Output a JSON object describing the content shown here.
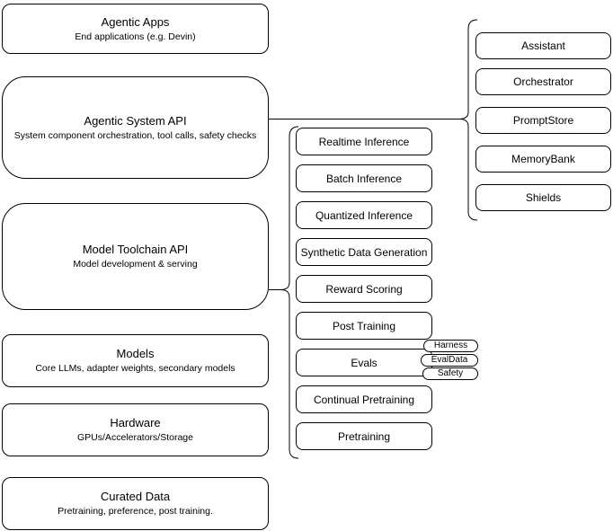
{
  "diagram": {
    "left_stack": [
      {
        "title": "Agentic Apps",
        "subtitle": "End applications (e.g. Devin)"
      },
      {
        "title": "Agentic System API",
        "subtitle": "System component orchestration, tool calls, safety checks"
      },
      {
        "title": "Model Toolchain API",
        "subtitle": "Model development & serving"
      },
      {
        "title": "Models",
        "subtitle": "Core LLMs, adapter weights, secondary models"
      },
      {
        "title": "Hardware",
        "subtitle": "GPUs/Accelerators/Storage"
      },
      {
        "title": "Curated Data",
        "subtitle": "Pretraining, preference, post training."
      }
    ],
    "toolchain_items": [
      "Realtime Inference",
      "Batch Inference",
      "Quantized Inference",
      "Synthetic Data Generation",
      "Reward Scoring",
      "Post Training",
      "Evals",
      "Continual Pretraining",
      "Pretraining"
    ],
    "eval_tags": [
      "Harness",
      "EvalData",
      "Safety"
    ],
    "system_components": [
      "Assistant",
      "Orchestrator",
      "PromptStore",
      "MemoryBank",
      "Shields"
    ],
    "colors": {
      "stroke": "#000000",
      "fill": "#ffffff",
      "background": "#ffffff",
      "text": "#000000"
    }
  }
}
